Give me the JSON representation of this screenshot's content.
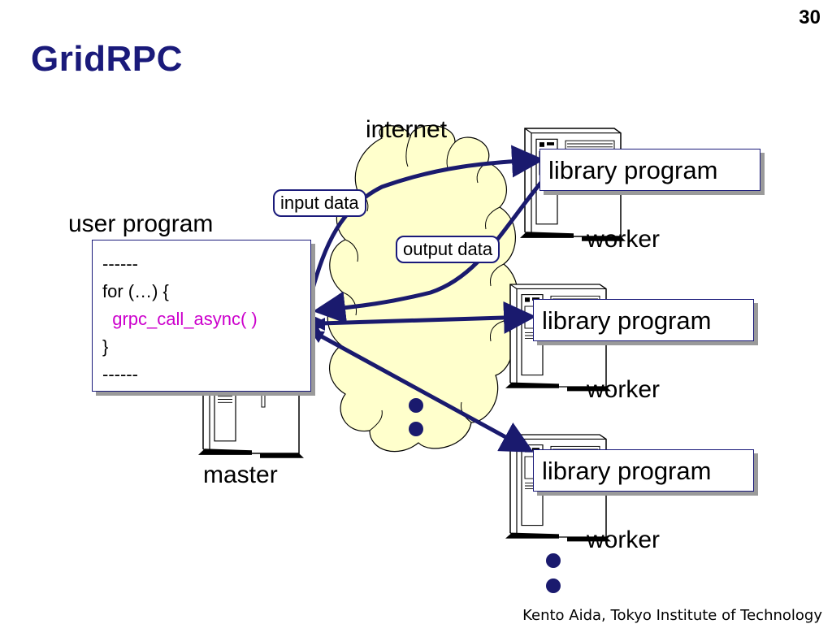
{
  "slide": {
    "title": "GridRPC",
    "page_number": "30",
    "footer": "Kento Aida, Tokyo Institute of Technology"
  },
  "diagram": {
    "cloud_label": "internet",
    "user_program_label": "user program",
    "master_label": "master",
    "code_lines": [
      "------",
      "for (…) {",
      "  grpc_call_async( )",
      "}",
      "------"
    ],
    "input_data_label": "input data",
    "output_data_label": "output data",
    "workers": [
      {
        "box_label": "library program",
        "caption": "worker"
      },
      {
        "box_label": "library program",
        "caption": "worker"
      },
      {
        "box_label": "library program",
        "caption": "worker"
      }
    ],
    "colors": {
      "title": "#1a1a7a",
      "arrow": "#1a1a6e",
      "cloud_fill": "#ffffcc",
      "call_highlight": "#cc00cc"
    },
    "icons": [
      "server-tower-icon",
      "cloud-shape",
      "ellipsis-dots"
    ]
  }
}
